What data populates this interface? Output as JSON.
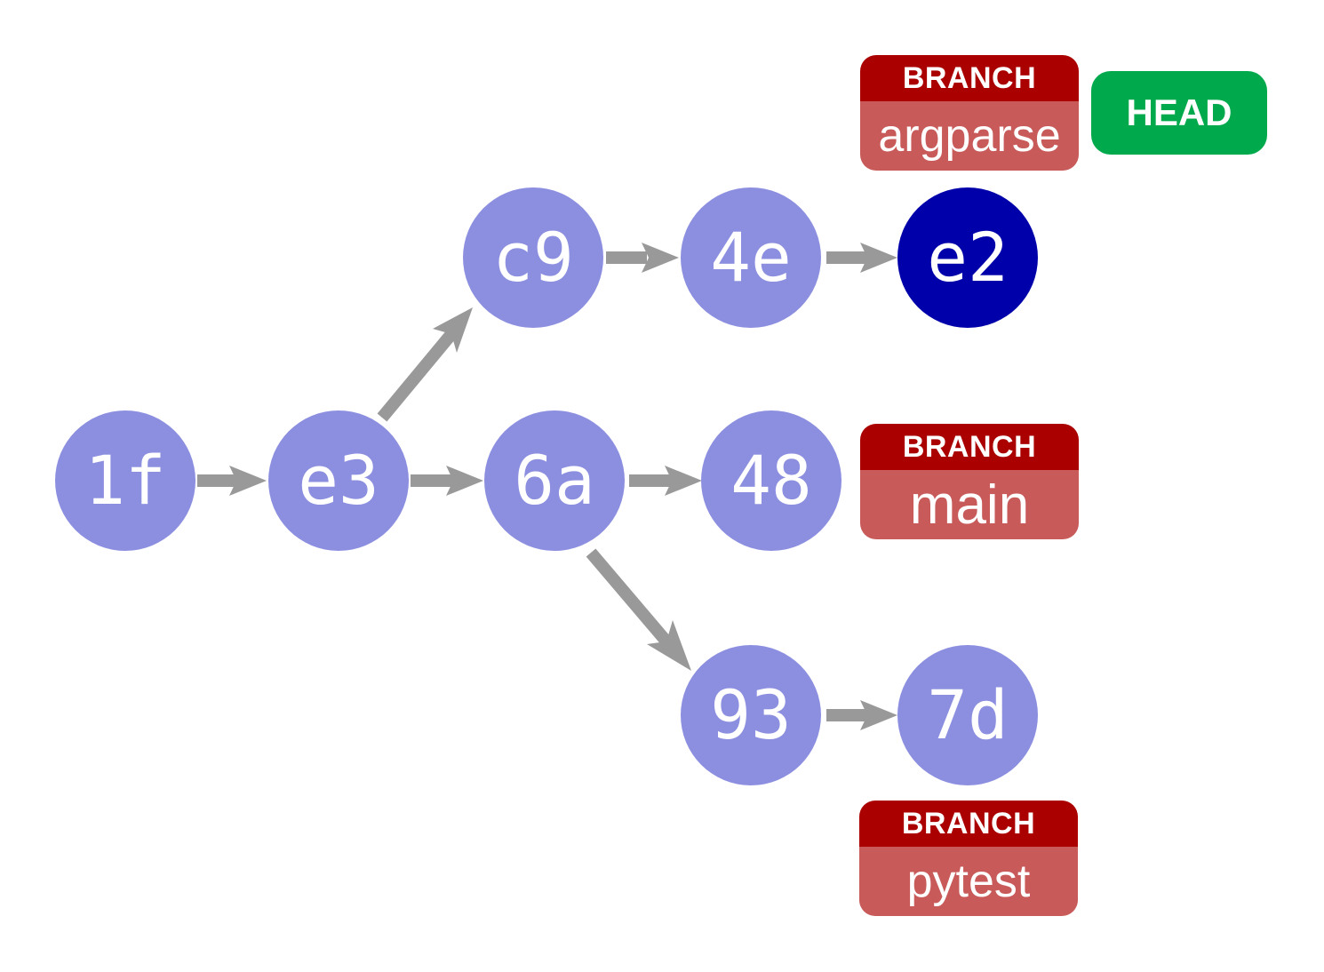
{
  "commits": {
    "c1f": "1f",
    "ce3": "e3",
    "cc9": "c9",
    "c4e": "4e",
    "ce2": "e2",
    "c6a": "6a",
    "c48": "48",
    "c93": "93",
    "c7d": "7d"
  },
  "branches": {
    "argparse": {
      "kind": "BRANCH",
      "name": "argparse"
    },
    "main": {
      "kind": "BRANCH",
      "name": "main"
    },
    "pytest": {
      "kind": "BRANCH",
      "name": "pytest"
    }
  },
  "head_label": "HEAD",
  "colors": {
    "commit": "#8c8fe0",
    "head_commit": "#0000aa",
    "arrow": "#999999",
    "branch_header": "#aa0000",
    "branch_body": "#c85a5a",
    "head_tag": "#00aa4c"
  }
}
